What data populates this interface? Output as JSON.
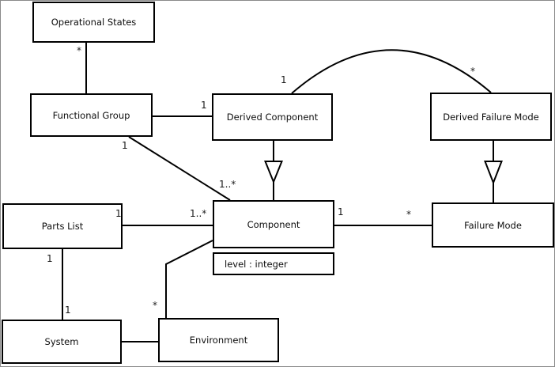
{
  "diagram": {
    "kind": "uml-class-diagram",
    "nodes": {
      "operational_states": "Operational States",
      "functional_group": "Functional Group",
      "derived_component": "Derived Component",
      "derived_failure_mode": "Derived Failure Mode",
      "parts_list": "Parts List",
      "component": "Component",
      "failure_mode": "Failure Mode",
      "system": "System",
      "environment": "Environment"
    },
    "attributes": {
      "component_level": "level : integer"
    },
    "multiplicities": {
      "os_fg_star": "*",
      "fg_dc_one": "1",
      "fg_comp_one": "1",
      "fg_comp_many": "1..*",
      "arc_dc_one": "1",
      "arc_dfm_star": "*",
      "pl_comp_one": "1",
      "pl_comp_many": "1..*",
      "comp_fm_one": "1",
      "comp_fm_star": "*",
      "pl_sys_one_top": "1",
      "pl_sys_one_bottom": "1",
      "env_comp_star": "*"
    },
    "relationships": [
      {
        "a": "Operational States",
        "b": "Functional Group",
        "type": "association",
        "label_a": "*",
        "label_b": ""
      },
      {
        "a": "Functional Group",
        "b": "Derived Component",
        "type": "association",
        "label_a": "",
        "label_b": "1"
      },
      {
        "a": "Functional Group",
        "b": "Component",
        "type": "association",
        "label_a": "1",
        "label_b": "1..*"
      },
      {
        "a": "Derived Component",
        "b": "Derived Failure Mode",
        "type": "association-arc",
        "label_a": "1",
        "label_b": "*"
      },
      {
        "a": "Derived Component",
        "b": "Component",
        "type": "generalization",
        "label_a": "",
        "label_b": ""
      },
      {
        "a": "Derived Failure Mode",
        "b": "Failure Mode",
        "type": "generalization",
        "label_a": "",
        "label_b": ""
      },
      {
        "a": "Parts List",
        "b": "Component",
        "type": "association",
        "label_a": "1",
        "label_b": "1..*"
      },
      {
        "a": "Component",
        "b": "Failure Mode",
        "type": "association",
        "label_a": "1",
        "label_b": "*"
      },
      {
        "a": "Parts List",
        "b": "System",
        "type": "association",
        "label_a": "1",
        "label_b": "1"
      },
      {
        "a": "System",
        "b": "Environment",
        "type": "association",
        "label_a": "",
        "label_b": ""
      },
      {
        "a": "Environment",
        "b": "Component",
        "type": "association",
        "label_a": "*",
        "label_b": ""
      }
    ],
    "colors": {
      "line": "#000000",
      "box_fill": "#ffffff",
      "background": "#ffffff"
    }
  }
}
